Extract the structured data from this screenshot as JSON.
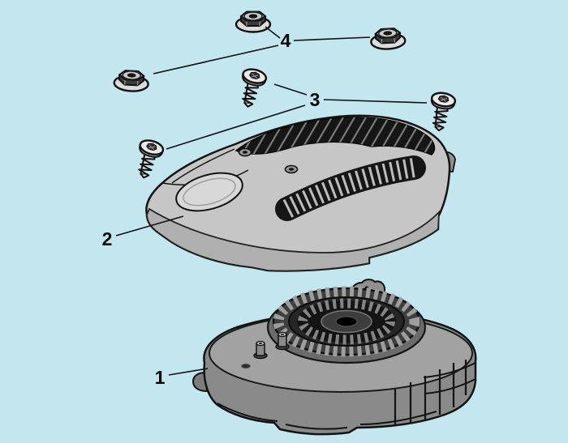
{
  "diagram": {
    "type": "exploded-parts-diagram",
    "background_color": "#c3e6ef",
    "ink_color": "#111111",
    "callouts": {
      "c1": {
        "number": "1",
        "part": "lower-housing-assembly"
      },
      "c2": {
        "number": "2",
        "part": "top-cover"
      },
      "c3": {
        "number": "3",
        "part": "pan-head-screw",
        "visible_count": 3
      },
      "c4": {
        "number": "4",
        "part": "flange-nut",
        "visible_count": 3
      }
    }
  }
}
